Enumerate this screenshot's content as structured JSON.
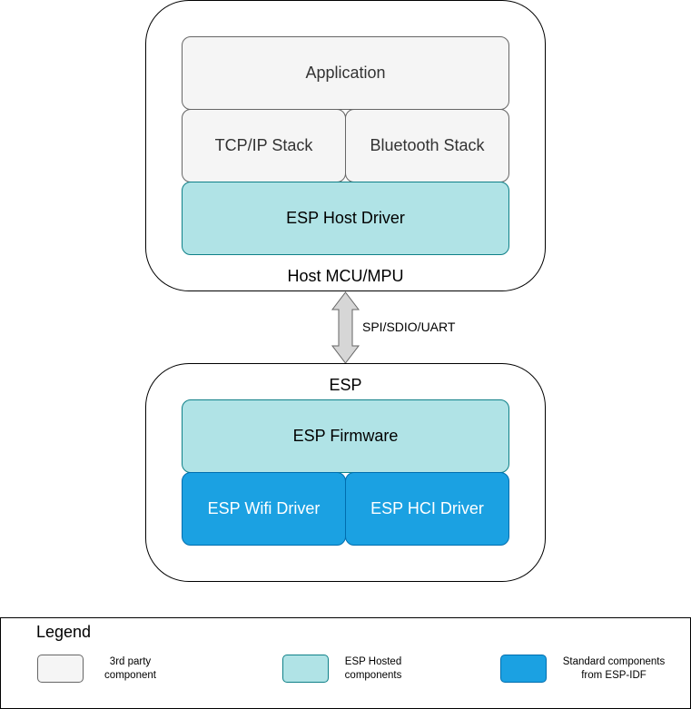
{
  "host": {
    "label": "Host MCU/MPU",
    "application": "Application",
    "tcpip": "TCP/IP Stack",
    "bluetooth": "Bluetooth Stack",
    "host_driver": "ESP Host Driver"
  },
  "link": {
    "label": "SPI/SDIO/UART"
  },
  "esp": {
    "label": "ESP",
    "firmware": "ESP Firmware",
    "wifi_driver": "ESP Wifi Driver",
    "hci_driver": "ESP HCI Driver"
  },
  "legend": {
    "title": "Legend",
    "items": [
      {
        "text": "3rd party\ncomponent",
        "fill": "#f5f5f5",
        "stroke": "#666666"
      },
      {
        "text": "ESP Hosted\ncomponents",
        "fill": "#b0e3e6",
        "stroke": "#0e8088"
      },
      {
        "text": "Standard components\nfrom ESP-IDF",
        "fill": "#1ba1e2",
        "stroke": "#006eaf"
      }
    ]
  },
  "colors": {
    "third_party_fill": "#f5f5f5",
    "hosted_fill": "#b0e3e6",
    "standard_fill": "#1ba1e2",
    "arrow_fill": "#d6d6d6"
  }
}
